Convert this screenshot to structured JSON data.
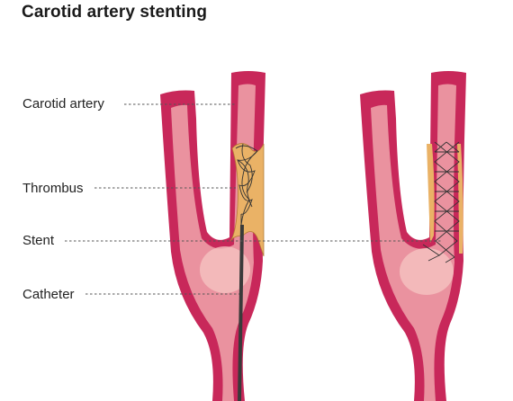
{
  "title": "Carotid artery stenting",
  "labels": {
    "carotid_artery": "Carotid artery",
    "thrombus": "Thrombus",
    "stent": "Stent",
    "catheter": "Catheter"
  },
  "colors": {
    "artery_wall": "#c8285a",
    "artery_inner": "#f1b0b2",
    "thrombus": "#eab266",
    "stent_mesh": "#333333",
    "catheter": "#3a3a3a"
  }
}
